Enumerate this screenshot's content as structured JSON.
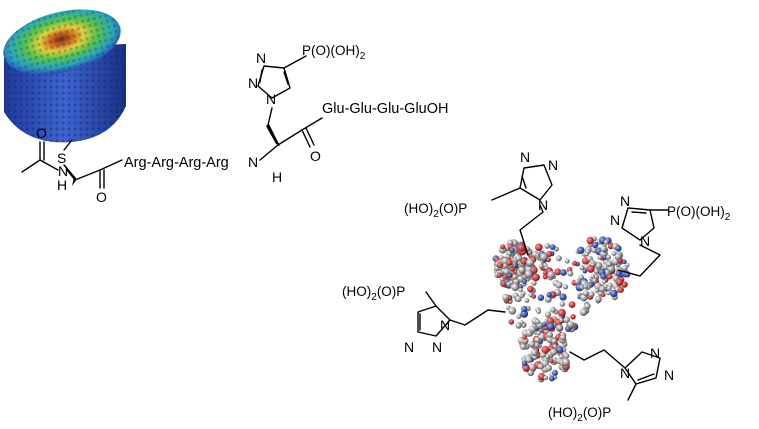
{
  "left_structure": {
    "linker_atom": "S",
    "amide_n": "N",
    "amide_h": "H",
    "carbonyl_o_1": "O",
    "carbonyl_o_2": "O",
    "carbonyl_o_3": "O",
    "peptide_left": "Arg-Arg-Arg-Arg",
    "peptide_right": "Glu-Glu-Glu-GluOH",
    "phosphonate": "P(O)(OH)",
    "phosphonate_sub": "2",
    "triazole_n": "N",
    "nh_n": "N",
    "nh_h": "H"
  },
  "right_structure": {
    "phosphonate_a": "P(O)(OH)",
    "phosphonate_a_sub": "2",
    "phosphonate_b_prefix": "(HO)",
    "phosphonate_b_sub": "2",
    "phosphonate_b_suffix": "(O)P",
    "triazole_n": "N"
  },
  "colors": {
    "protein_blue": "#2b4fb8",
    "protein_green": "#58c447",
    "protein_red": "#c0392b",
    "sphere_gray": "#9a9a9a",
    "sphere_red": "#c43b3b",
    "sphere_blue": "#3a54a8"
  }
}
